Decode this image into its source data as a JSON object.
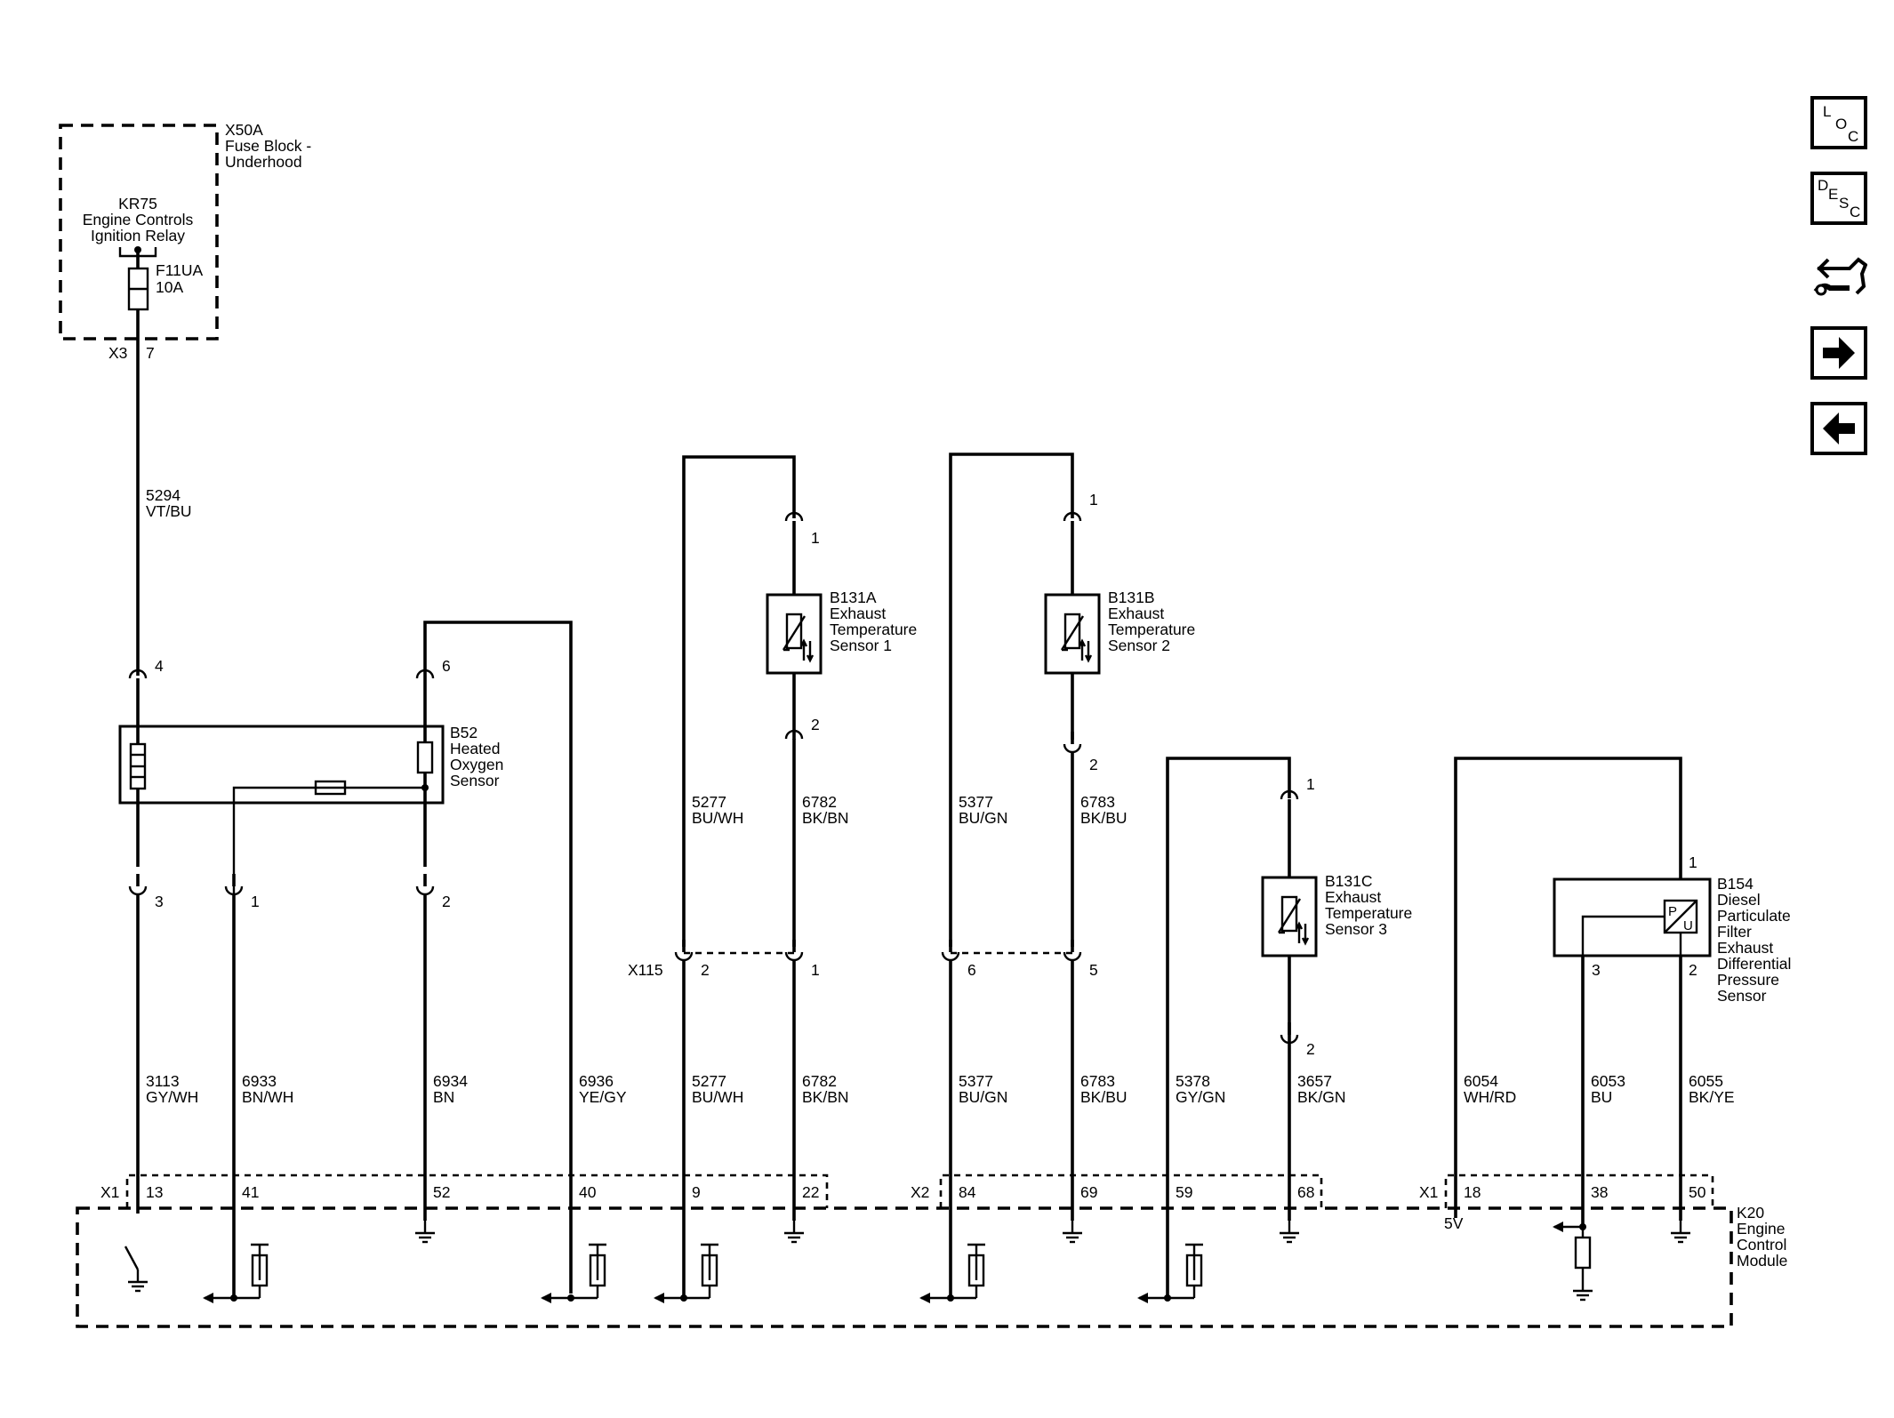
{
  "fuse_block": {
    "id": "X50A",
    "name_line1": "Fuse Block -",
    "name_line2": "Underhood",
    "relay_id": "KR75",
    "relay_line1": "Engine Controls",
    "relay_line2": "Ignition Relay",
    "fuse_id": "F11UA",
    "fuse_rating": "10A",
    "connector": "X3",
    "pin": "7"
  },
  "wire_feed": {
    "circuit": "5294",
    "color": "VT/BU"
  },
  "b52": {
    "id": "B52",
    "line1": "Heated",
    "line2": "Oxygen",
    "line3": "Sensor",
    "pin_top_left": "4",
    "pin_top_right": "6",
    "pin_bot_a": "3",
    "pin_bot_b": "1",
    "pin_bot_c": "2"
  },
  "b131a": {
    "id": "B131A",
    "line1": "Exhaust",
    "line2": "Temperature",
    "line3": "Sensor 1",
    "pin_top": "1",
    "pin_bot": "2"
  },
  "b131b": {
    "id": "B131B",
    "line1": "Exhaust",
    "line2": "Temperature",
    "line3": "Sensor 2",
    "pin_top": "1",
    "pin_bot": "2"
  },
  "b131c": {
    "id": "B131C",
    "line1": "Exhaust",
    "line2": "Temperature",
    "line3": "Sensor 3",
    "pin_top": "1",
    "pin_bot": "2"
  },
  "b154": {
    "id": "B154",
    "line1": "Diesel",
    "line2": "Particulate",
    "line3": "Filter",
    "line4": "Exhaust",
    "line5": "Differential",
    "line6": "Pressure",
    "line7": "Sensor",
    "pin_1": "1",
    "pin_2": "2",
    "pin_3": "3",
    "sym_p": "P",
    "sym_u": "U"
  },
  "x115": {
    "id": "X115",
    "pin_a": "2",
    "pin_b": "1",
    "pin_c": "6",
    "pin_d": "5"
  },
  "mid_wires": [
    {
      "circuit": "5277",
      "color": "BU/WH"
    },
    {
      "circuit": "6782",
      "color": "BK/BN"
    },
    {
      "circuit": "5377",
      "color": "BU/GN"
    },
    {
      "circuit": "6783",
      "color": "BK/BU"
    }
  ],
  "low_wires": [
    {
      "circuit": "3113",
      "color": "GY/WH"
    },
    {
      "circuit": "6933",
      "color": "BN/WH"
    },
    {
      "circuit": "6934",
      "color": "BN"
    },
    {
      "circuit": "6936",
      "color": "YE/GY"
    },
    {
      "circuit": "5277",
      "color": "BU/WH"
    },
    {
      "circuit": "6782",
      "color": "BK/BN"
    },
    {
      "circuit": "5377",
      "color": "BU/GN"
    },
    {
      "circuit": "6783",
      "color": "BK/BU"
    },
    {
      "circuit": "5378",
      "color": "GY/GN"
    },
    {
      "circuit": "3657",
      "color": "BK/GN"
    },
    {
      "circuit": "6054",
      "color": "WH/RD"
    },
    {
      "circuit": "6053",
      "color": "BU"
    },
    {
      "circuit": "6055",
      "color": "BK/YE"
    }
  ],
  "ecm": {
    "id": "K20",
    "line1": "Engine",
    "line2": "Control",
    "line3": "Module",
    "conn_x1a": "X1",
    "conn_x2": "X2",
    "conn_x1b": "X1",
    "ref_5v": "5V",
    "pins": [
      "13",
      "41",
      "52",
      "40",
      "9",
      "22",
      "84",
      "69",
      "59",
      "68",
      "18",
      "38",
      "50"
    ]
  },
  "nav": {
    "loc_l": "L",
    "loc_o": "O",
    "loc_c": "C",
    "desc_d": "D",
    "desc_e": "E",
    "desc_s": "S",
    "desc_c": "C",
    "icons": [
      "repair-icon",
      "arrow-right-icon",
      "arrow-left-icon"
    ]
  }
}
